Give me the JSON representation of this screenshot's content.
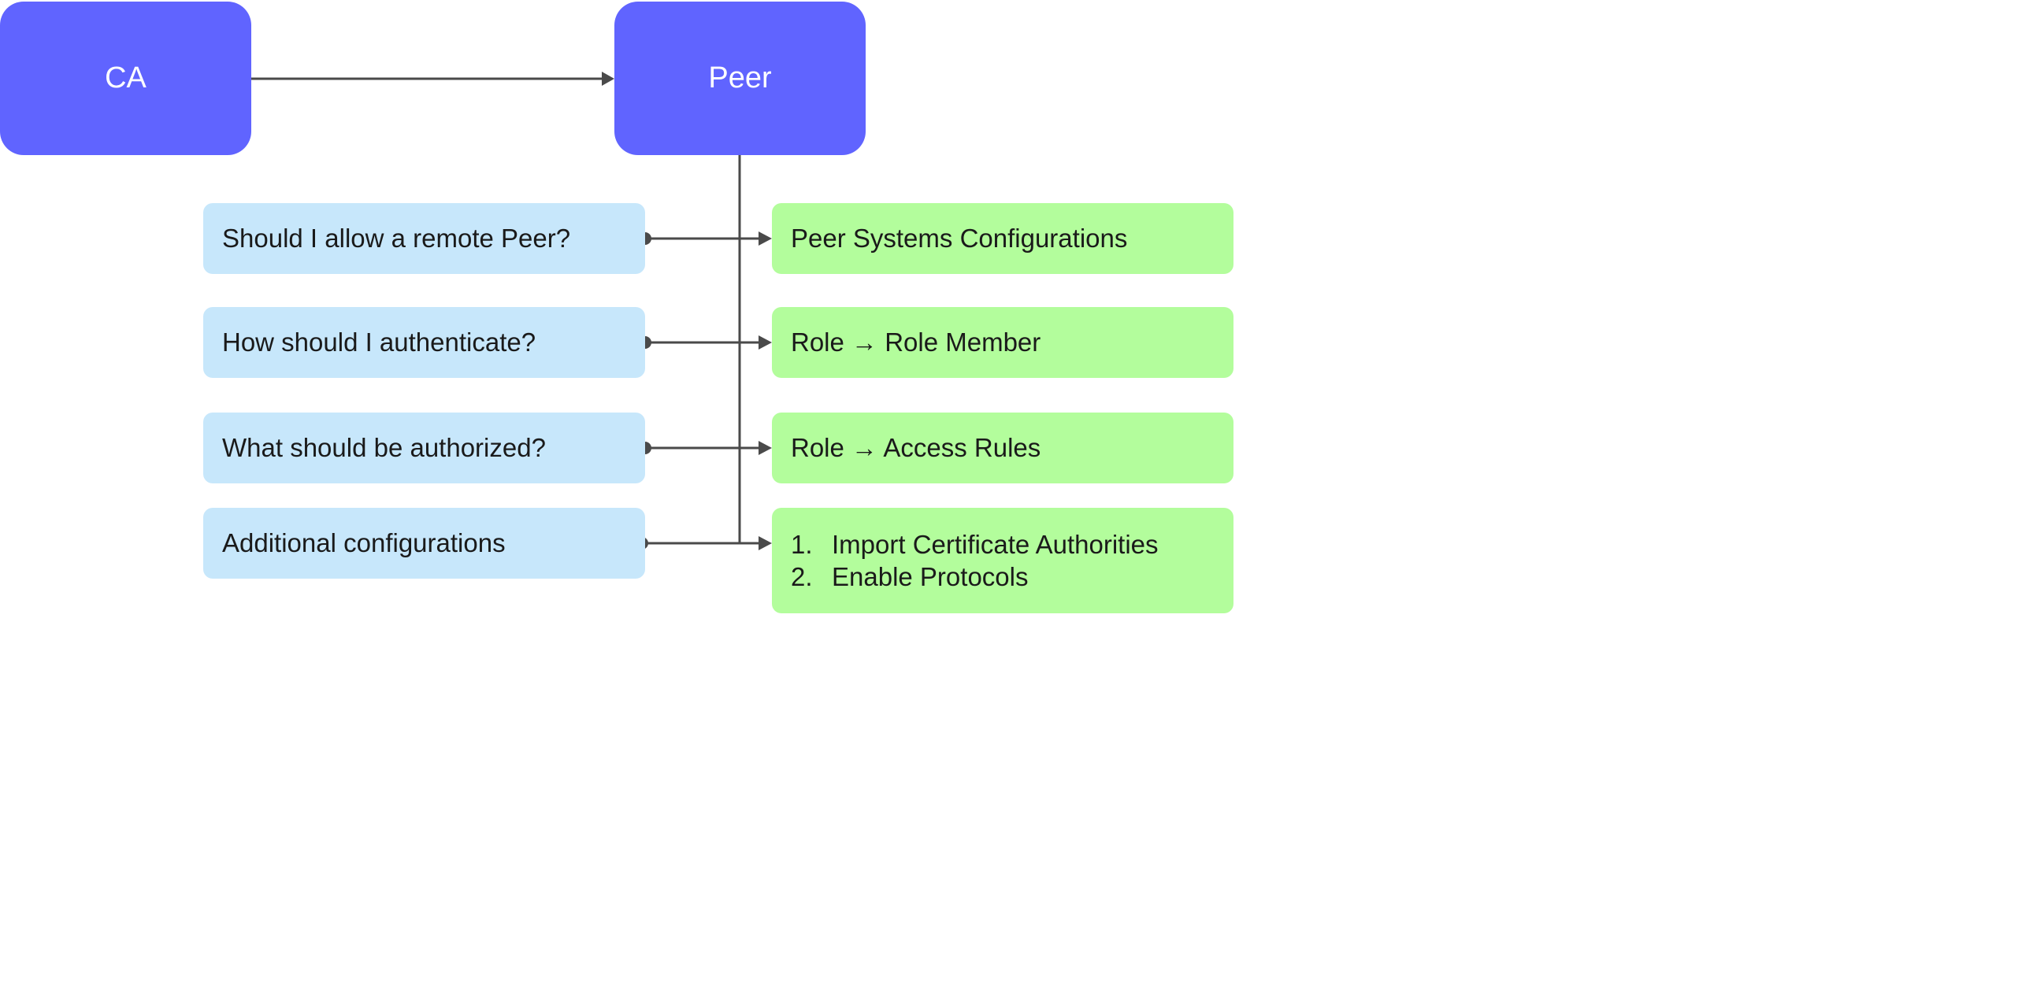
{
  "diagram": {
    "nodes": {
      "ca": "CA",
      "peer": "Peer"
    },
    "questions": [
      "Should I allow a remote Peer?",
      "How should I authenticate?",
      "What should be authorized?",
      "Additional configurations"
    ],
    "answers": [
      "Peer Systems Configurations",
      "Role → Role Member",
      "Role → Access Rules"
    ],
    "additional_steps": [
      {
        "number": "1.",
        "text": "Import Certificate Authorities"
      },
      {
        "number": "2.",
        "text": "Enable Protocols"
      }
    ],
    "colors": {
      "main_node": "#6064ff",
      "question_node": "#c7e7fb",
      "answer_node": "#b3fd9c",
      "connector": "#4a4a4a"
    }
  }
}
